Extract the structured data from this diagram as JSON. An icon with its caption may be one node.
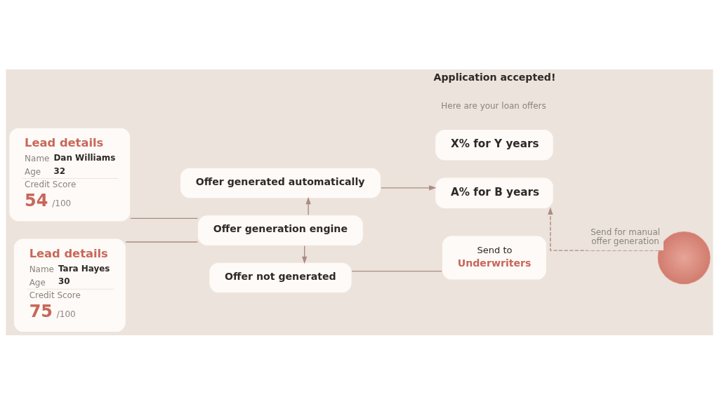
{
  "diagram": {
    "nodes": [
      {
        "text": [
          "Lead details",
          "Name",
          "Dan Williams",
          "Age",
          "32",
          "Credit Score",
          "54",
          "/100"
        ]
      },
      {
        "text": [
          "Lead details",
          "Name",
          "Tara Hayes",
          "Age",
          "30",
          "Credit Score",
          "75",
          "/100"
        ]
      },
      {
        "text": [
          "Offer generated automatically"
        ]
      },
      {
        "text": [
          "Offer generation engine"
        ]
      },
      {
        "text": [
          "Offer not generated"
        ]
      },
      {
        "text": [
          "X% for Y years"
        ]
      },
      {
        "text": [
          "A% for B years"
        ]
      },
      {
        "text": [
          "Send to",
          "Underwriters"
        ]
      },
      {
        "text": [],
        "shape": "person"
      }
    ],
    "edges": [
      {
        "from": 0,
        "to": 3,
        "arrow": "none"
      },
      {
        "from": 1,
        "to": 3,
        "arrow": "none"
      },
      {
        "from": 3,
        "to": 2,
        "arrow": "to"
      },
      {
        "from": 3,
        "to": 4,
        "arrow": "to"
      },
      {
        "from": 2,
        "to": 6,
        "arrow": "to"
      },
      {
        "from": 4,
        "to": 7,
        "arrow": "none"
      },
      {
        "from": 8,
        "to": 6,
        "arrow": "to",
        "style": "dashed",
        "label": "Send for manual offer generation"
      }
    ],
    "labels": [
      "Application accepted!",
      "Here are your loan offers"
    ]
  }
}
